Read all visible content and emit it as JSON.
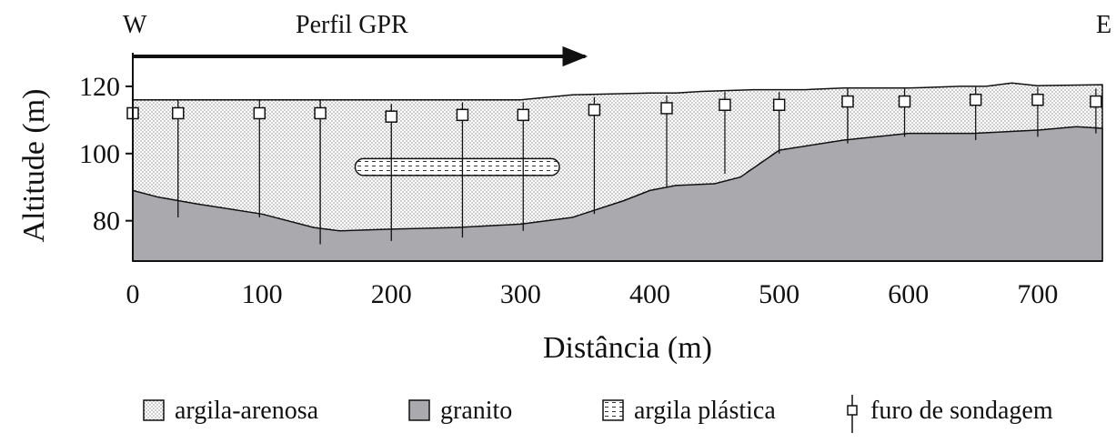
{
  "header": {
    "west": "W",
    "east": "E",
    "profile_label": "Perfil GPR"
  },
  "colors": {
    "granite": "#a9a9ae",
    "sandy_clay_dots": "#555555",
    "background": "#ffffff",
    "ink": "#111111"
  },
  "chart_data": {
    "type": "area",
    "xlabel": "Distância (m)",
    "ylabel": "Altitude (m)",
    "xlim": [
      0,
      750
    ],
    "ylim": [
      68,
      130
    ],
    "x_ticks": [
      0,
      100,
      200,
      300,
      400,
      500,
      600,
      700
    ],
    "y_ticks": [
      80,
      100,
      120
    ],
    "gpr_profile": {
      "label": "Perfil GPR",
      "x_start": 0,
      "x_end": 350
    },
    "surface": [
      [
        0,
        116
      ],
      [
        300,
        116
      ],
      [
        340,
        117.5
      ],
      [
        400,
        118
      ],
      [
        420,
        118
      ],
      [
        440,
        118.5
      ],
      [
        480,
        119
      ],
      [
        520,
        119
      ],
      [
        550,
        119.5
      ],
      [
        600,
        119.5
      ],
      [
        640,
        120
      ],
      [
        660,
        120
      ],
      [
        680,
        121
      ],
      [
        700,
        120.2
      ],
      [
        750,
        120.5
      ]
    ],
    "granite_top": [
      [
        0,
        89
      ],
      [
        20,
        87
      ],
      [
        50,
        85
      ],
      [
        100,
        82
      ],
      [
        140,
        78
      ],
      [
        160,
        77
      ],
      [
        200,
        77.5
      ],
      [
        250,
        78
      ],
      [
        300,
        79
      ],
      [
        340,
        81
      ],
      [
        380,
        86
      ],
      [
        400,
        89
      ],
      [
        420,
        90.5
      ],
      [
        450,
        91
      ],
      [
        470,
        93
      ],
      [
        500,
        101
      ],
      [
        550,
        104
      ],
      [
        600,
        106
      ],
      [
        650,
        106
      ],
      [
        700,
        107
      ],
      [
        730,
        108
      ],
      [
        750,
        107.5
      ]
    ],
    "plastic_clay_lens": {
      "x": [
        172,
        330
      ],
      "y": [
        93.5,
        98.5
      ]
    },
    "boreholes": [
      {
        "x": 0,
        "top": 112,
        "bottom": 88
      },
      {
        "x": 35,
        "top": 112,
        "bottom": 81
      },
      {
        "x": 98,
        "top": 112,
        "bottom": 81
      },
      {
        "x": 145,
        "top": 112,
        "bottom": 73
      },
      {
        "x": 200,
        "top": 111,
        "bottom": 74
      },
      {
        "x": 255,
        "top": 111.5,
        "bottom": 75
      },
      {
        "x": 302,
        "top": 111.5,
        "bottom": 77
      },
      {
        "x": 357,
        "top": 113,
        "bottom": 82
      },
      {
        "x": 413,
        "top": 113.5,
        "bottom": 90
      },
      {
        "x": 458,
        "top": 114.5,
        "bottom": 94
      },
      {
        "x": 500,
        "top": 114.5,
        "bottom": 100
      },
      {
        "x": 553,
        "top": 115.5,
        "bottom": 103
      },
      {
        "x": 597,
        "top": 115.5,
        "bottom": 105
      },
      {
        "x": 652,
        "top": 116,
        "bottom": 104
      },
      {
        "x": 700,
        "top": 116,
        "bottom": 105
      },
      {
        "x": 745,
        "top": 115.5,
        "bottom": 106
      }
    ],
    "legend": [
      {
        "key": "sandy_clay",
        "label": "argila-arenosa"
      },
      {
        "key": "granite",
        "label": "granito"
      },
      {
        "key": "plastic_clay",
        "label": "argila plástica"
      },
      {
        "key": "borehole",
        "label": "furo de sondagem"
      }
    ],
    "legend_placement": "bottom",
    "grid": false
  }
}
